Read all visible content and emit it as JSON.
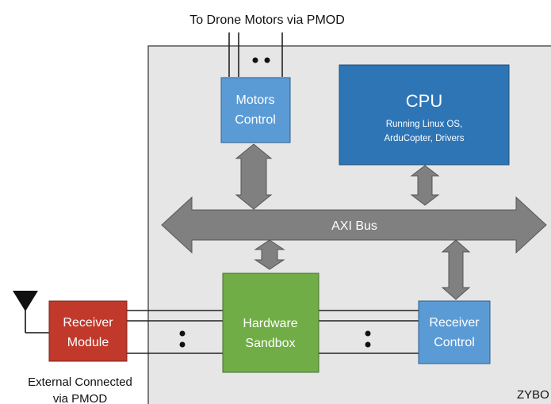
{
  "top_label": "To Drone Motors via PMOD",
  "board_label": "ZYBO",
  "blocks": {
    "motors_control": {
      "line1": "Motors",
      "line2": "Control"
    },
    "cpu": {
      "title": "CPU",
      "line1": "Running Linux OS,",
      "line2": "ArduCopter, Drivers"
    },
    "hardware_sandbox": {
      "line1": "Hardware",
      "line2": "Sandbox"
    },
    "receiver_control": {
      "line1": "Receiver",
      "line2": "Control"
    },
    "receiver_module": {
      "line1": "Receiver",
      "line2": "Module"
    }
  },
  "bus_label": "AXI Bus",
  "external_label": {
    "line1": "External Connected",
    "line2": "via PMOD"
  },
  "colors": {
    "board_fill": "#e6e6e6",
    "light_blue": "#5b9bd5",
    "dark_blue": "#2e75b6",
    "green": "#70ad47",
    "red": "#c0392b",
    "arrow_gray": "#808080"
  }
}
